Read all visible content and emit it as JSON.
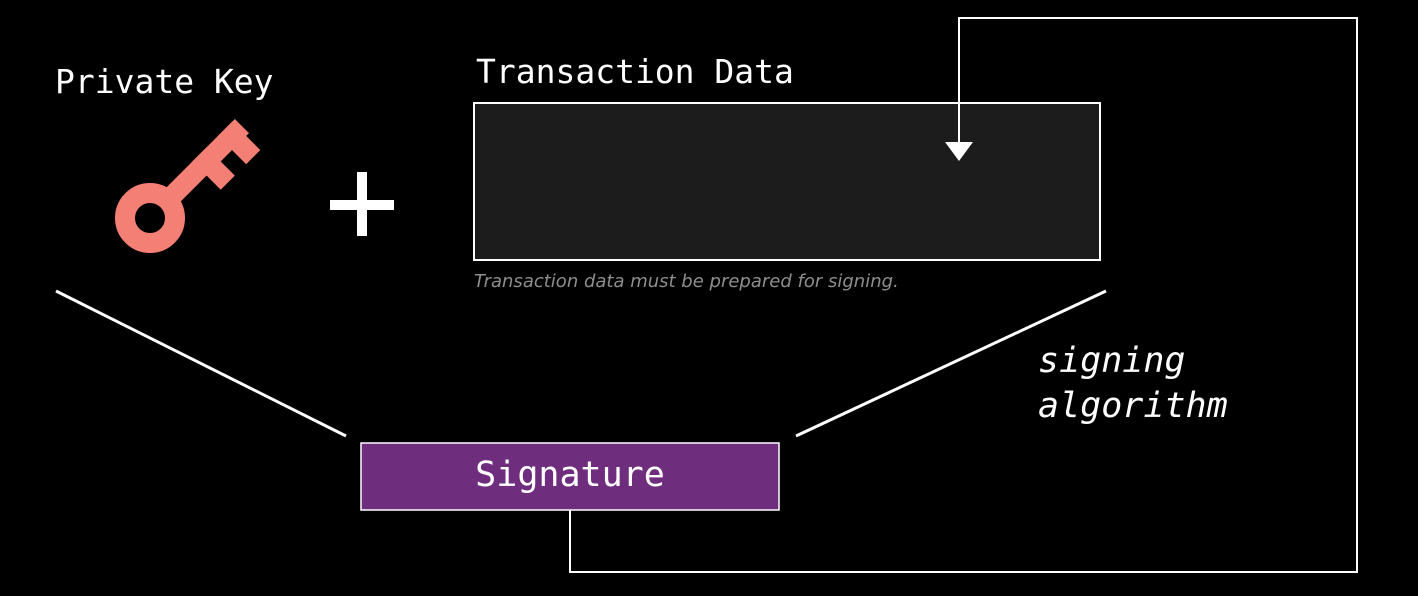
{
  "private_key_label": "Private Key",
  "transaction_label": "Transaction Data",
  "transaction_note": "Transaction data must be prepared for signing.",
  "algorithm_label_line1": "signing",
  "algorithm_label_line2": "algorithm",
  "signature_label": "Signature",
  "icons": {
    "key": "key-icon",
    "plus": "plus-icon",
    "arrow": "arrow-down-icon"
  },
  "colors": {
    "background": "#000000",
    "foreground": "#ffffff",
    "key": "#f47f74",
    "transaction_box_fill": "#1c1c1c",
    "signature_fill": "#6f2d7e",
    "note_text": "#8e8e8e"
  }
}
